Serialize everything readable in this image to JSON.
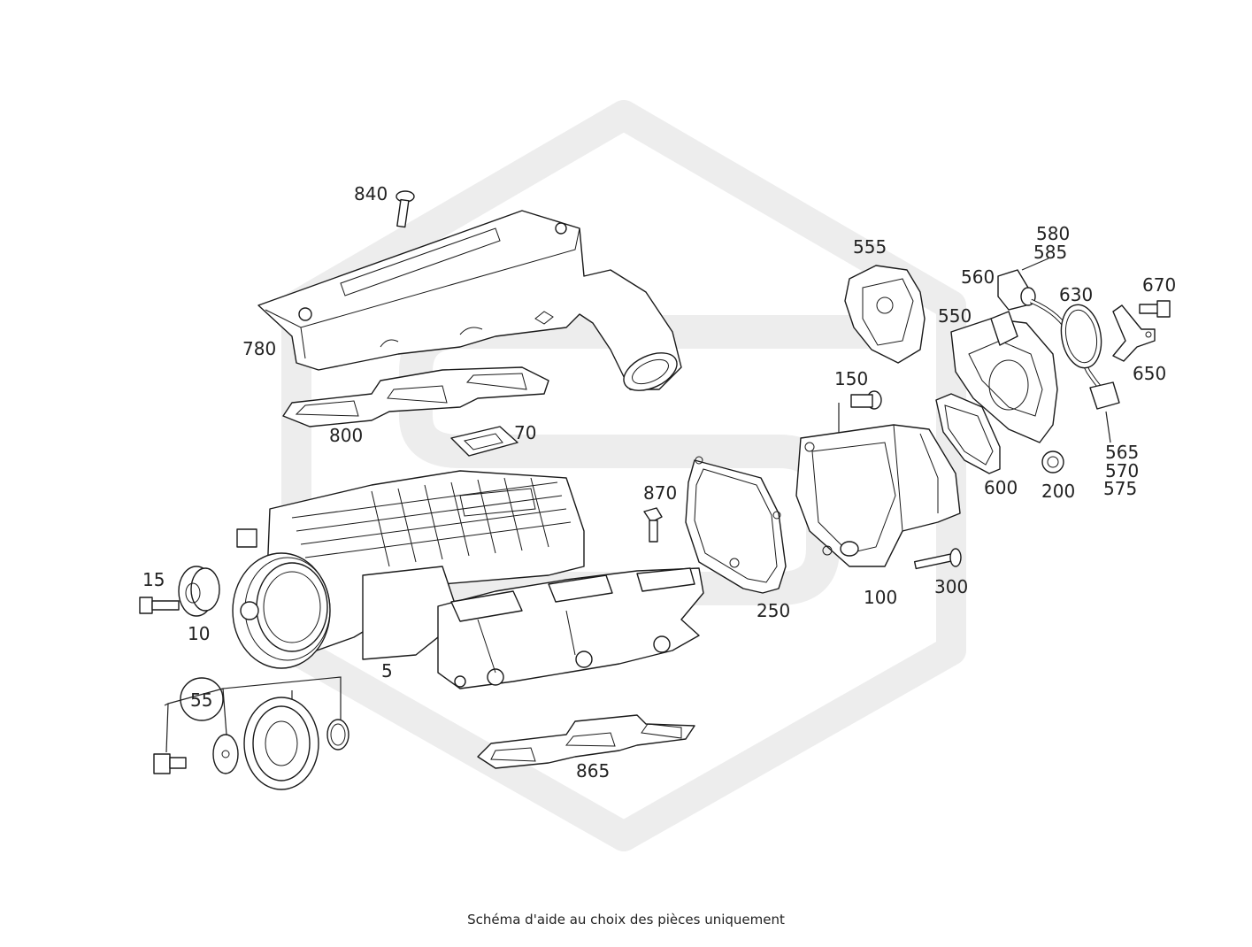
{
  "caption": "Schéma d'aide au choix des pièces uniquement",
  "watermark": {
    "color": "#ececec",
    "shape": "hexagon-logo"
  },
  "callouts": {
    "c840": "840",
    "c780": "780",
    "c800": "800",
    "c70": "70",
    "c555": "555",
    "c580": "580",
    "c585": "585",
    "c560": "560",
    "c630": "630",
    "c670": "670",
    "c550": "550",
    "c650": "650",
    "c150": "150",
    "c565": "565",
    "c570": "570",
    "c575": "575",
    "c600": "600",
    "c200": "200",
    "c870": "870",
    "c250": "250",
    "c100": "100",
    "c300": "300",
    "c15": "15",
    "c10": "10",
    "c5": "5",
    "c55": "55",
    "c865": "865"
  }
}
